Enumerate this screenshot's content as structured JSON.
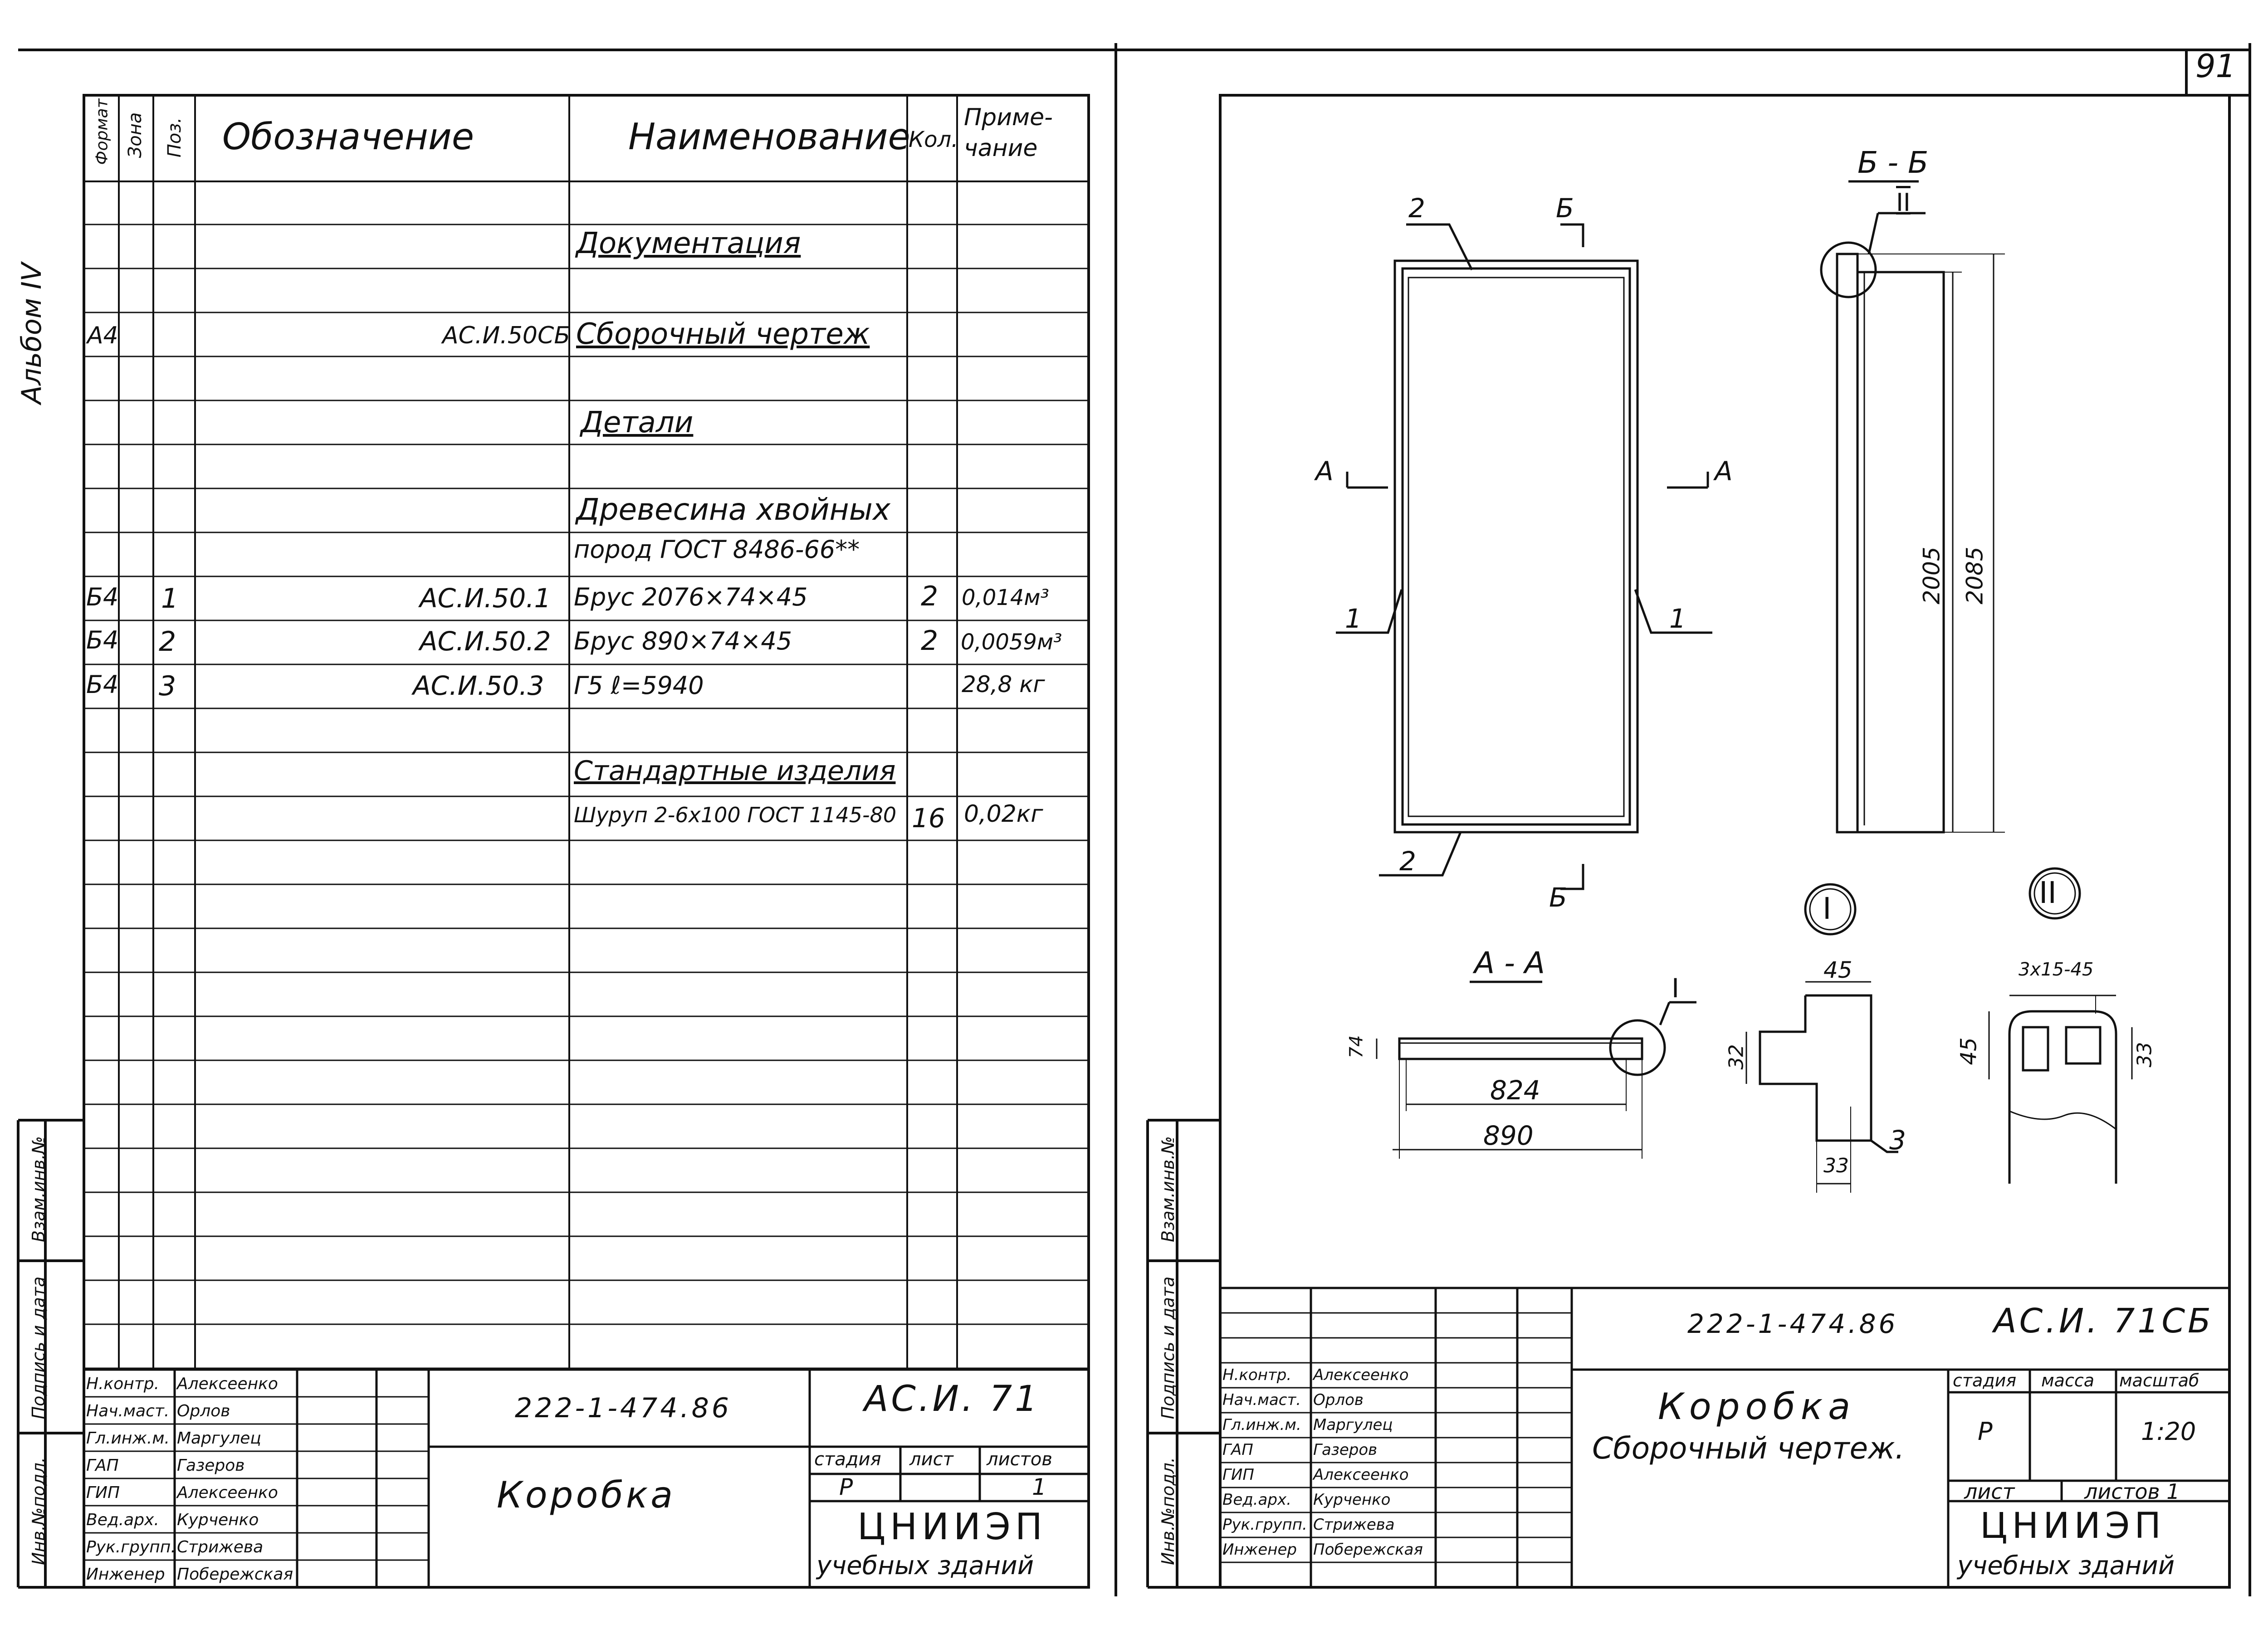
{
  "page_number": "91",
  "album_label": "Альбом IV",
  "spec_table": {
    "headers": {
      "format": "Формат",
      "zone": "Зона",
      "pos": "Поз.",
      "designation": "Обозначение",
      "name": "Наименование",
      "qty": "Кол.",
      "note": "Приме-чание"
    },
    "rows": [
      {
        "format": "",
        "pos": "",
        "designation": "",
        "name": "Документация",
        "qty": "",
        "note": ""
      },
      {
        "format": "А4",
        "pos": "",
        "designation": "АС.И.50СБ",
        "name": "Сборочный чертеж",
        "qty": "",
        "note": ""
      },
      {
        "format": "",
        "pos": "",
        "designation": "",
        "name": "Детали",
        "qty": "",
        "note": ""
      },
      {
        "format": "",
        "pos": "",
        "designation": "",
        "name": "Древесина хвойных",
        "qty": "",
        "note": ""
      },
      {
        "format": "",
        "pos": "",
        "designation": "",
        "name": "пород ГОСТ 8486-66**",
        "qty": "",
        "note": ""
      },
      {
        "format": "Б4",
        "pos": "1",
        "designation": "АС.И.50.1",
        "name": "Брус 2076×74×45",
        "qty": "2",
        "note": "0,014м³"
      },
      {
        "format": "Б4",
        "pos": "2",
        "designation": "АС.И.50.2",
        "name": "Брус 890×74×45",
        "qty": "2",
        "note": "0,0059м³"
      },
      {
        "format": "Б4",
        "pos": "3",
        "designation": "АС.И.50.3",
        "name": "Г5 ℓ=5940",
        "qty": "",
        "note": "28,8 кг"
      },
      {
        "format": "",
        "pos": "",
        "designation": "",
        "name": "Стандартные изделия",
        "qty": "",
        "note": ""
      },
      {
        "format": "",
        "pos": "",
        "designation": "",
        "name": "Шуруп 2-6х100 ГОСТ 1145-80",
        "qty": "16",
        "note": "0,02кг"
      }
    ]
  },
  "side_stamp": {
    "inv_orig": "Инв.№подл.",
    "sign_date": "Подпись и дата",
    "replace_inv": "Взам.инв.№"
  },
  "title_block_left": {
    "roles": [
      "Н.контр.",
      "Нач.маст.",
      "Гл.инж.м.",
      "ГАП",
      "ГИП",
      "Вед.арх.",
      "Рук.групп.",
      "Инженер"
    ],
    "names": [
      "Алексеенко",
      "Орлов",
      "Маргулец",
      "Газеров",
      "Алексеенко",
      "Курченко",
      "Стрижева",
      "Побережская"
    ],
    "doc_number": "222-1-474.86",
    "designation": "АС.И. 71",
    "title": "Коробка",
    "col_stage": "стадия",
    "col_sheet": "лист",
    "col_sheets": "листов",
    "stage": "Р",
    "sheets": "1",
    "org_line1": "ЦНИИЭП",
    "org_line2": "учебных зданий"
  },
  "drawing": {
    "section_bb": "Б - Б",
    "section_aa": "А - А",
    "cut_b": "Б",
    "cut_a": "А",
    "callout_1": "1",
    "callout_2": "2",
    "callout_3": "3",
    "node_I": "I",
    "node_II": "II",
    "dims": {
      "h_inner": "2005",
      "h_outer": "2085",
      "w_inner": "824",
      "w_outer": "890",
      "depth": "74",
      "n1_top": "45",
      "n1_left": "32",
      "n1_bottom": "33",
      "n2_top": "3х15-45",
      "n2_left": "45",
      "n2_right": "33"
    }
  },
  "title_block_right": {
    "roles": [
      "Н.контр.",
      "Нач.маст.",
      "Гл.инж.м.",
      "ГАП",
      "ГИП",
      "Вед.арх.",
      "Рук.групп.",
      "Инженер"
    ],
    "names": [
      "Алексеенко",
      "Орлов",
      "Маргулец",
      "Газеров",
      "Алексеенко",
      "Курченко",
      "Стрижева",
      "Побережская"
    ],
    "doc_number": "222-1-474.86",
    "designation": "АС.И. 71СБ",
    "title_line1": "Коробка",
    "title_line2": "Сборочный чертеж.",
    "col_stage": "стадия",
    "col_mass": "масса",
    "col_scale": "масштаб",
    "stage": "Р",
    "scale": "1:20",
    "sheet_label": "лист",
    "sheets_label": "листов 1",
    "org_line1": "ЦНИИЭП",
    "org_line2": "учебных зданий"
  }
}
